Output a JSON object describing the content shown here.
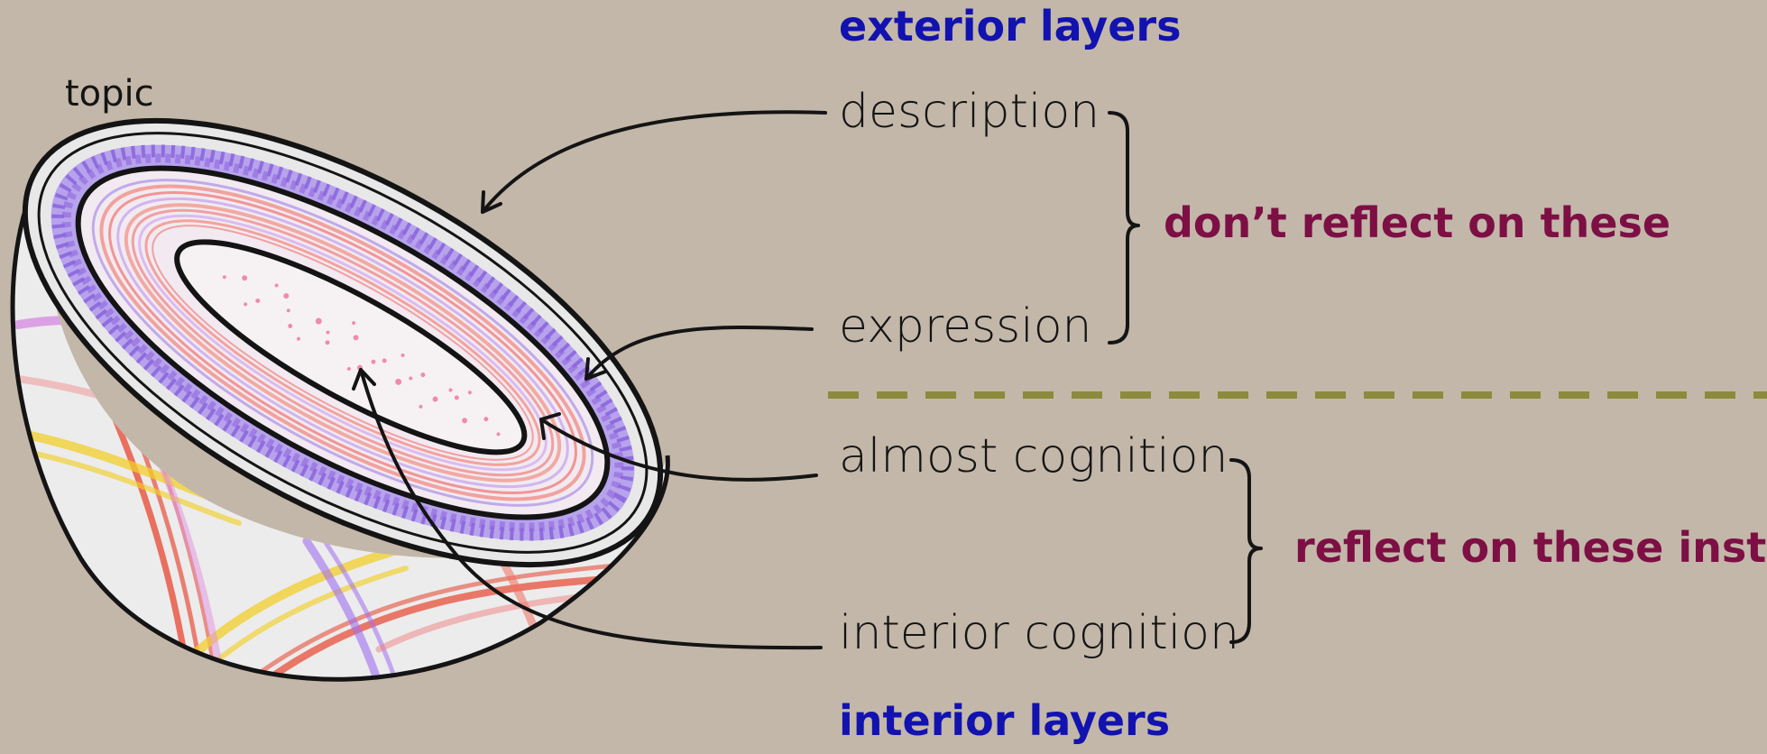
{
  "labels": {
    "topic": "topic",
    "exterior_title": "exterior layers",
    "interior_title": "interior layers",
    "description": "description",
    "expression": "expression",
    "almost_cognition": "almost cognition",
    "interior_cognition": "interior cognition",
    "dont_reflect": "don’t reflect on these",
    "reflect_instead": "reflect on these instead"
  },
  "colors": {
    "background": "#c3b7a9",
    "title_blue": "#1212b0",
    "note_maroon": "#7d0f45",
    "divider_olive": "#8c8a3c",
    "ink": "#141414"
  }
}
